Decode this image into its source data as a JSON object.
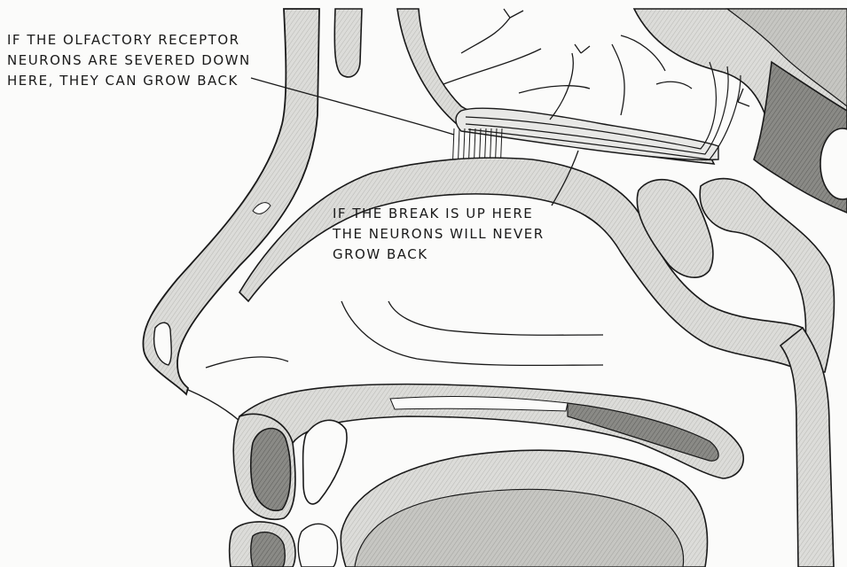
{
  "annotations": {
    "regrow": {
      "lines": [
        "IF THE OLFACTORY RECEPTOR",
        "NEURONS ARE SEVERED DOWN",
        "HERE, THEY CAN GROW BACK"
      ]
    },
    "no_regrow": {
      "lines": [
        "IF THE BREAK IS UP HERE",
        "THE NEURONS WILL NEVER",
        "GROW BACK"
      ]
    }
  },
  "colors": {
    "ink": "#1a1a1a",
    "paper": "#fbfbfa",
    "tissue_light": "#d9d9d6",
    "tissue_mid": "#b9b9b5",
    "tissue_dark": "#6f6f6c"
  }
}
